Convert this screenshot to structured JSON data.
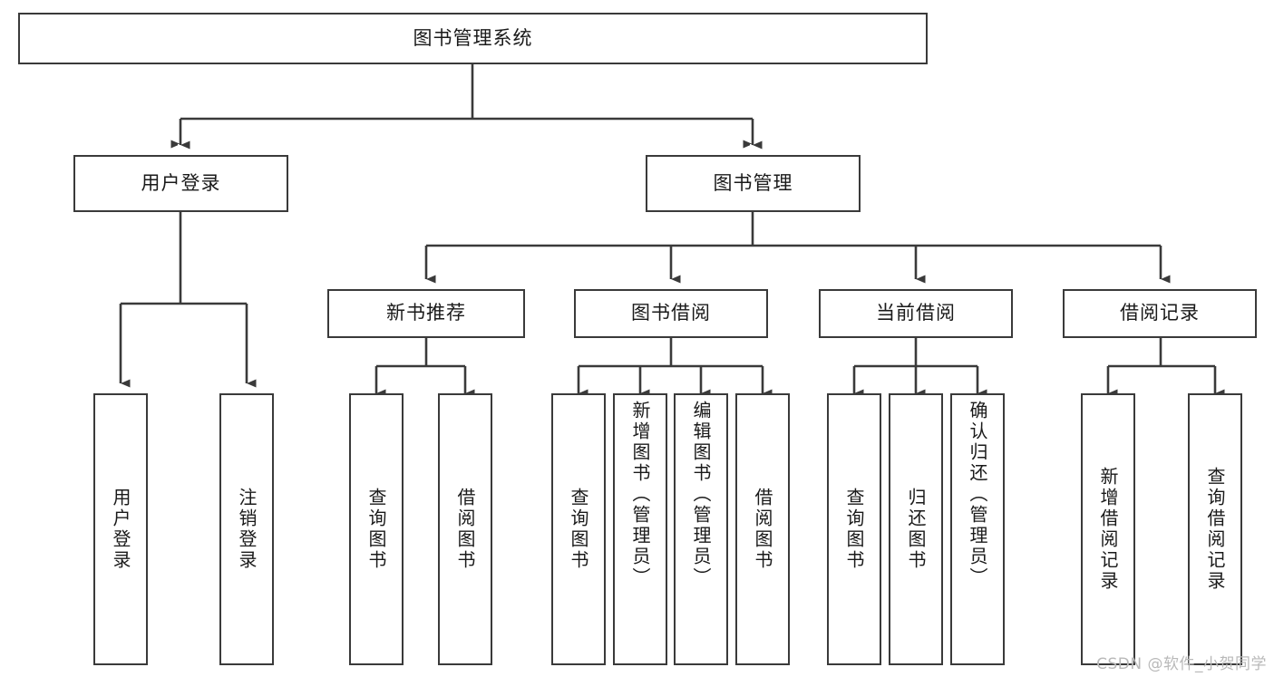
{
  "diagram": {
    "type": "tree-hierarchy-flowchart",
    "title": "图书管理系统",
    "root": {
      "id": "root",
      "label": "图书管理系统",
      "orientation": "horizontal"
    },
    "level2": [
      {
        "id": "user-login",
        "label": "用户登录",
        "orientation": "horizontal"
      },
      {
        "id": "book-manage",
        "label": "图书管理",
        "orientation": "horizontal"
      }
    ],
    "level3": [
      {
        "id": "new-book-recommend",
        "label": "新书推荐",
        "orientation": "horizontal",
        "parent": "book-manage"
      },
      {
        "id": "book-borrow",
        "label": "图书借阅",
        "orientation": "horizontal",
        "parent": "book-manage"
      },
      {
        "id": "current-borrow",
        "label": "当前借阅",
        "orientation": "horizontal",
        "parent": "book-manage"
      },
      {
        "id": "borrow-record",
        "label": "借阅记录",
        "orientation": "horizontal",
        "parent": "book-manage"
      }
    ],
    "leaves": [
      {
        "id": "leaf-user-login",
        "label": "用户登录",
        "parent": "user-login",
        "orientation": "vertical"
      },
      {
        "id": "leaf-user-logout",
        "label": "注销登录",
        "parent": "user-login",
        "orientation": "vertical"
      },
      {
        "id": "leaf-query-book-1",
        "label": "查询图书",
        "parent": "new-book-recommend",
        "orientation": "vertical"
      },
      {
        "id": "leaf-borrow-book-1",
        "label": "借阅图书",
        "parent": "new-book-recommend",
        "orientation": "vertical"
      },
      {
        "id": "leaf-query-book-2",
        "label": "查询图书",
        "parent": "book-borrow",
        "orientation": "vertical"
      },
      {
        "id": "leaf-add-book",
        "label": "新增图书（管理员）",
        "parent": "book-borrow",
        "orientation": "vertical"
      },
      {
        "id": "leaf-edit-book",
        "label": "编辑图书（管理员）",
        "parent": "book-borrow",
        "orientation": "vertical"
      },
      {
        "id": "leaf-borrow-book-2",
        "label": "借阅图书",
        "parent": "book-borrow",
        "orientation": "vertical"
      },
      {
        "id": "leaf-query-book-3",
        "label": "查询图书",
        "parent": "current-borrow",
        "orientation": "vertical"
      },
      {
        "id": "leaf-return-book",
        "label": "归还图书",
        "parent": "current-borrow",
        "orientation": "vertical"
      },
      {
        "id": "leaf-confirm-return",
        "label": "确认归还（管理员）",
        "parent": "current-borrow",
        "orientation": "vertical"
      },
      {
        "id": "leaf-add-record",
        "label": "新增借阅记录",
        "parent": "borrow-record",
        "orientation": "vertical"
      },
      {
        "id": "leaf-query-record",
        "label": "查询借阅记录",
        "parent": "borrow-record",
        "orientation": "vertical"
      }
    ],
    "colors": {
      "stroke": "#3a3a3a",
      "fill": "#ffffff",
      "text": "#1a1a1a",
      "watermark": "#b9b9b9"
    }
  },
  "watermark": {
    "text": "CSDN @软件_小贺同学"
  }
}
